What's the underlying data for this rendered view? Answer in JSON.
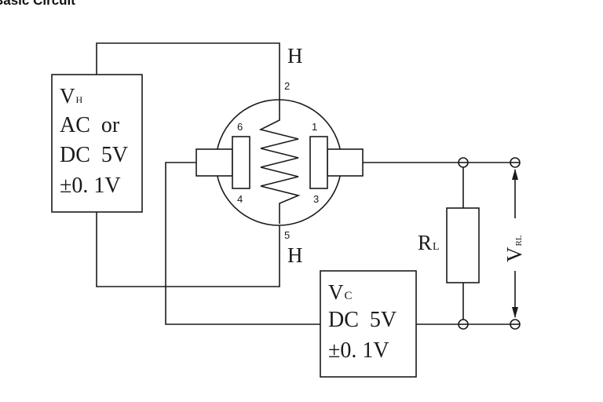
{
  "heading": "Basic Circuit",
  "heater_supply": {
    "label_main": "V",
    "label_sub": "H",
    "line1": "AC  or",
    "line2": "DC  5V",
    "line3": "±0. 1V"
  },
  "circuit_supply": {
    "label_main": "V",
    "label_sub": "C",
    "line1": "DC  5V",
    "line2": "±0. 1V"
  },
  "heater_terminals": {
    "top": "H",
    "bottom": "H"
  },
  "pins": {
    "p1": "1",
    "p2": "2",
    "p3": "3",
    "p4": "4",
    "p5": "5",
    "p6": "6"
  },
  "load_resistor": {
    "label_main": "R",
    "label_sub": "L"
  },
  "output_voltage": {
    "label_main": "V",
    "label_sub": "RL"
  }
}
